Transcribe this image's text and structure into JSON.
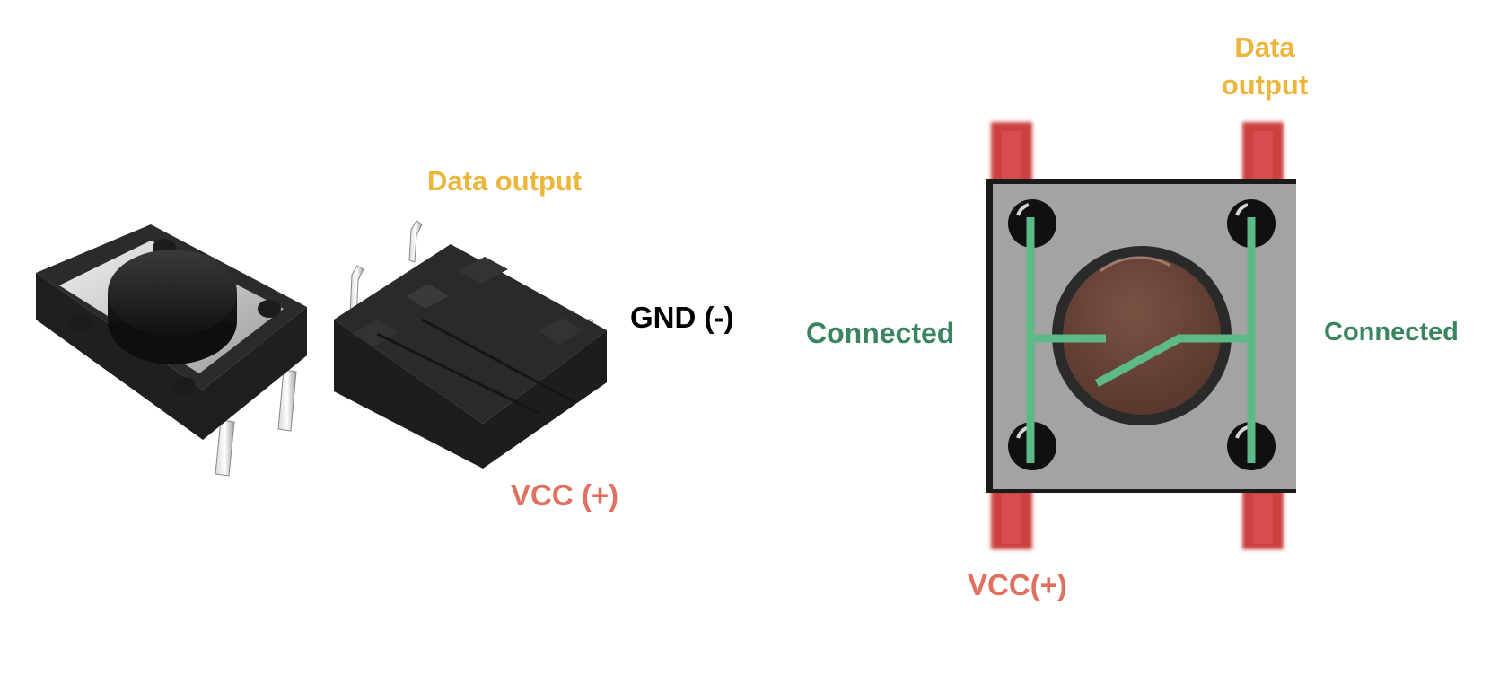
{
  "colors": {
    "data_output": "#EDB53A",
    "vcc": "#E0705F",
    "gnd": "#000000",
    "connected": "#3A8560",
    "wire": "#5DB985",
    "pin_red": "#CC3F3F",
    "body_gray": "#A3A3A3",
    "button_brown": "#6A4639",
    "component_black": "#232323"
  },
  "left_photo": {
    "labels": {
      "data_output": "Data output",
      "gnd": "GND (-)",
      "vcc": "VCC (+)"
    }
  },
  "schematic": {
    "labels": {
      "data_output": "Data output",
      "connected_left": "Connected",
      "connected_right": "Connected",
      "vcc": "VCC(+)"
    }
  }
}
